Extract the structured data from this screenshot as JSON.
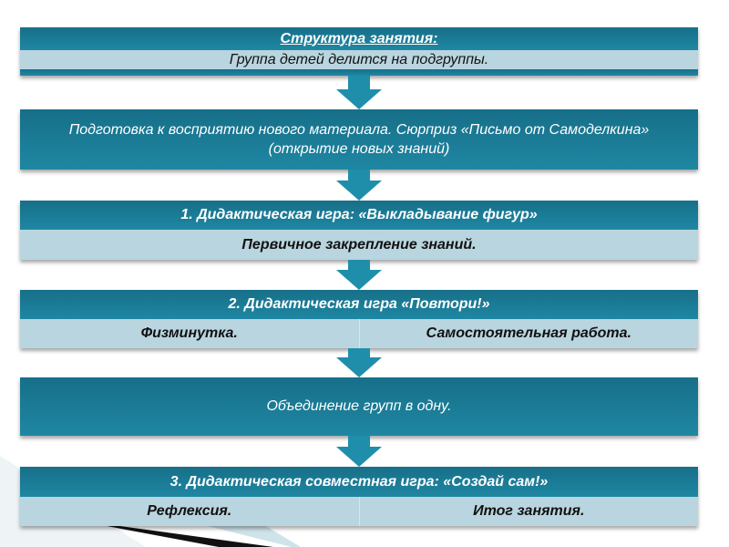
{
  "blocks": [
    {
      "title": "Структура занятия:",
      "sub": "Группа детей делится на подгруппы."
    },
    {
      "title": "Подготовка к восприятию нового материала. Сюрприз «Письмо от Самоделкина» (открытие новых знаний)"
    },
    {
      "title": "1. Дидактическая игра: «Выкладывание фигур»",
      "sub": "Первичное закрепление знаний."
    },
    {
      "title": "2. Дидактическая игра «Повтори!»",
      "left": "Физминутка.",
      "right": "Самостоятельная работа."
    },
    {
      "title": "Объединение групп в одну."
    },
    {
      "title": "3. Дидактическая совместная игра: «Создай сам!»",
      "left": "Рефлексия.",
      "right": "Итог занятия."
    }
  ],
  "colors": {
    "dark": "#1a7b96",
    "light": "#b9d5df"
  }
}
